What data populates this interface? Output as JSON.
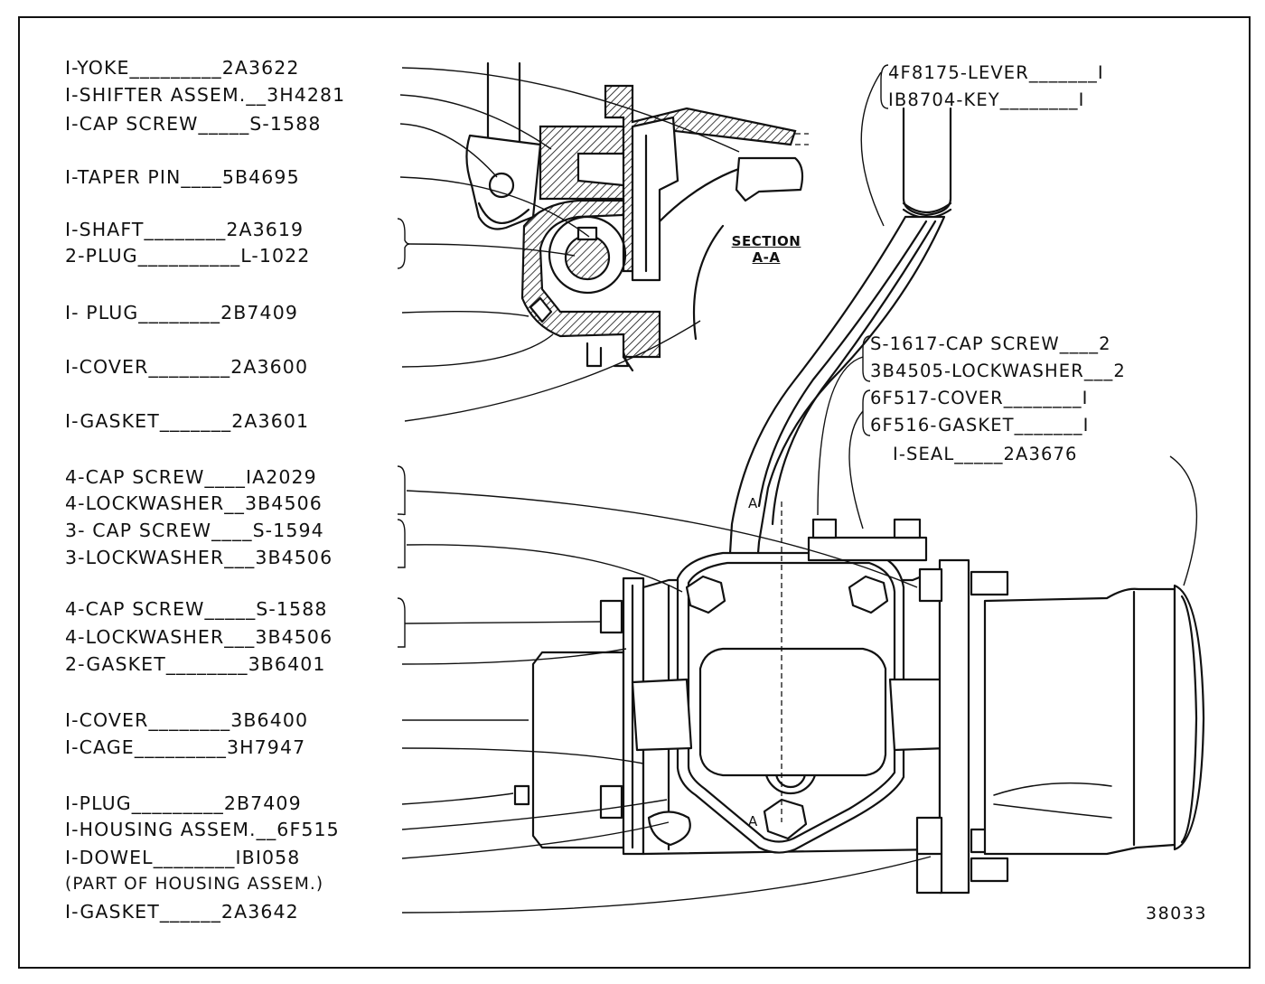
{
  "left_labels": [
    {
      "id": "yoke",
      "text": "I-YOKE_________2A3622"
    },
    {
      "id": "shifter",
      "text": "I-SHIFTER ASSEM.__3H4281"
    },
    {
      "id": "capscrew1",
      "text": "I-CAP SCREW_____S-1588"
    },
    {
      "id": "taperpin",
      "text": "I-TAPER PIN____5B4695"
    },
    {
      "id": "shaft",
      "text": "I-SHAFT________2A3619"
    },
    {
      "id": "plug2",
      "text": "2-PLUG__________L-1022"
    },
    {
      "id": "plug1",
      "text": "I- PLUG________2B7409"
    },
    {
      "id": "cover1",
      "text": "I-COVER________2A3600"
    },
    {
      "id": "gasket1",
      "text": "I-GASKET_______2A3601"
    },
    {
      "id": "capscrew4a",
      "text": "4-CAP SCREW____IA2029"
    },
    {
      "id": "lockwasher4a",
      "text": "4-LOCKWASHER__3B4506"
    },
    {
      "id": "capscrew3",
      "text": "3- CAP SCREW____S-1594"
    },
    {
      "id": "lockwasher3",
      "text": "3-LOCKWASHER___3B4506"
    },
    {
      "id": "capscrew4b",
      "text": "4-CAP SCREW_____S-1588"
    },
    {
      "id": "lockwasher4b",
      "text": "4-LOCKWASHER___3B4506"
    },
    {
      "id": "gasket2",
      "text": "2-GASKET________3B6401"
    },
    {
      "id": "cover2",
      "text": "I-COVER________3B6400"
    },
    {
      "id": "cage",
      "text": "I-CAGE_________3H7947"
    },
    {
      "id": "plug3",
      "text": "I-PLUG_________2B7409"
    },
    {
      "id": "housing",
      "text": "I-HOUSING ASSEM.__6F515"
    },
    {
      "id": "dowel",
      "text": "I-DOWEL________IBI058"
    },
    {
      "id": "housingnote",
      "text": "(PART OF HOUSING ASSEM.)"
    },
    {
      "id": "gasket3",
      "text": "I-GASKET______2A3642"
    }
  ],
  "right_labels": [
    {
      "id": "lever",
      "text": "4F8175-LEVER_______I"
    },
    {
      "id": "key",
      "text": "IB8704-KEY________I"
    },
    {
      "id": "capscrew_r",
      "text": "S-1617-CAP SCREW____2"
    },
    {
      "id": "lockwasher_r",
      "text": "3B4505-LOCKWASHER___2"
    },
    {
      "id": "cover_r",
      "text": "6F517-COVER________I"
    },
    {
      "id": "gasket_r",
      "text": "6F516-GASKET_______I"
    },
    {
      "id": "seal",
      "text": "I-SEAL_____2A3676"
    }
  ],
  "section": {
    "line1": "SECTION",
    "line2": "A-A"
  },
  "section_marks": {
    "top": "A",
    "bottom": "A"
  },
  "figure_number": "38033"
}
